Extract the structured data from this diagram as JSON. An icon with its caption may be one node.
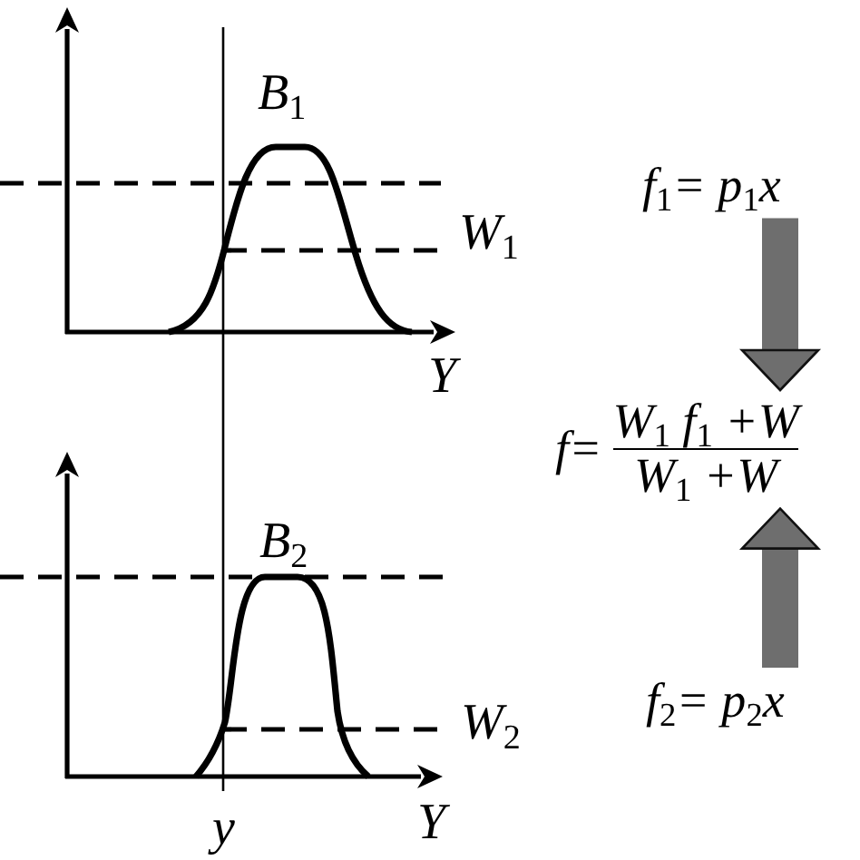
{
  "diagram": {
    "nodes": [
      {
        "text": [
          "f$_{1}$= p$_{1}$x"
        ]
      },
      {
        "text": [
          "f=",
          "W$_{1}$ f$_{1}$ +W",
          "W$_{1}$ +W"
        ]
      },
      {
        "text": [
          "f$_{2}$= p$_{2}$x"
        ]
      }
    ],
    "edges": [
      {
        "from": 0,
        "to": 1,
        "arrow": "to"
      },
      {
        "from": 2,
        "to": 1,
        "arrow": "to"
      }
    ],
    "labels": [
      "B$_{1}$",
      "W$_{1}$",
      "Y",
      "B$_{2}$",
      "W$_{2}$",
      "y",
      "Y"
    ]
  }
}
